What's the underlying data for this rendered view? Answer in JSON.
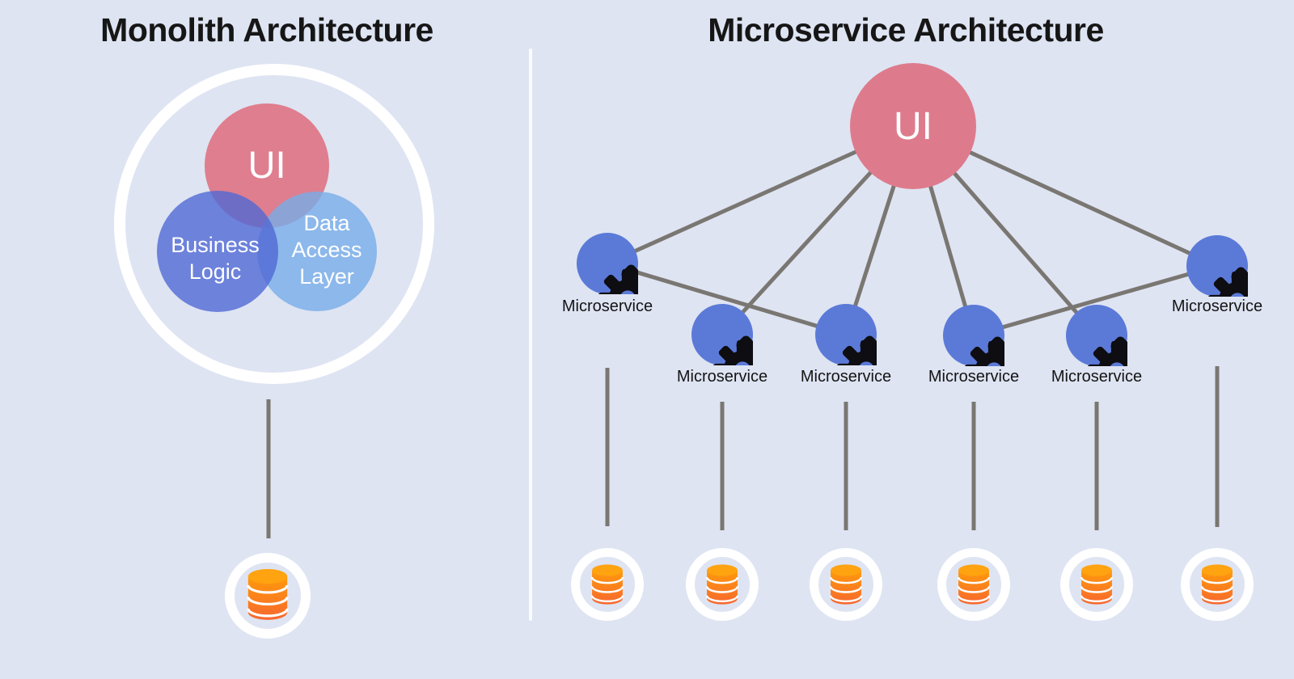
{
  "left": {
    "title": "Monolith Architecture",
    "ui_label": "UI",
    "business_label": "Business Logic",
    "data_access_label": "Data Access Layer",
    "database_icon": "database-icon"
  },
  "right": {
    "title": "Microservice Architecture",
    "ui_label": "UI",
    "services": [
      {
        "label": "Microservice",
        "icon": "gears-icon",
        "storage_icon": "database-icon"
      },
      {
        "label": "Microservice",
        "icon": "gears-icon",
        "storage_icon": "database-icon"
      },
      {
        "label": "Microservice",
        "icon": "gears-icon",
        "storage_icon": "database-icon"
      },
      {
        "label": "Microservice",
        "icon": "gears-icon",
        "storage_icon": "database-icon"
      },
      {
        "label": "Microservice",
        "icon": "gears-icon",
        "storage_icon": "database-icon"
      },
      {
        "label": "Microservice",
        "icon": "gears-icon",
        "storage_icon": "database-icon"
      }
    ],
    "edges": [
      "ui-service1",
      "ui-service2",
      "ui-service3",
      "ui-service4",
      "ui-service5",
      "ui-service6",
      "service1-service3",
      "service6-service4"
    ]
  },
  "colors": {
    "background": "#dee4f2",
    "ui_pink": "#dd7b8c",
    "business_blue": "#6f83d9",
    "data_access_blue": "#8ab6ea",
    "service_blue": "#5b7ad8",
    "line_gray": "#7a7672",
    "ring_white": "#ffffff",
    "db_orange_top": "#ffa311",
    "db_orange_bottom": "#f7672f",
    "title_black": "#161616"
  }
}
